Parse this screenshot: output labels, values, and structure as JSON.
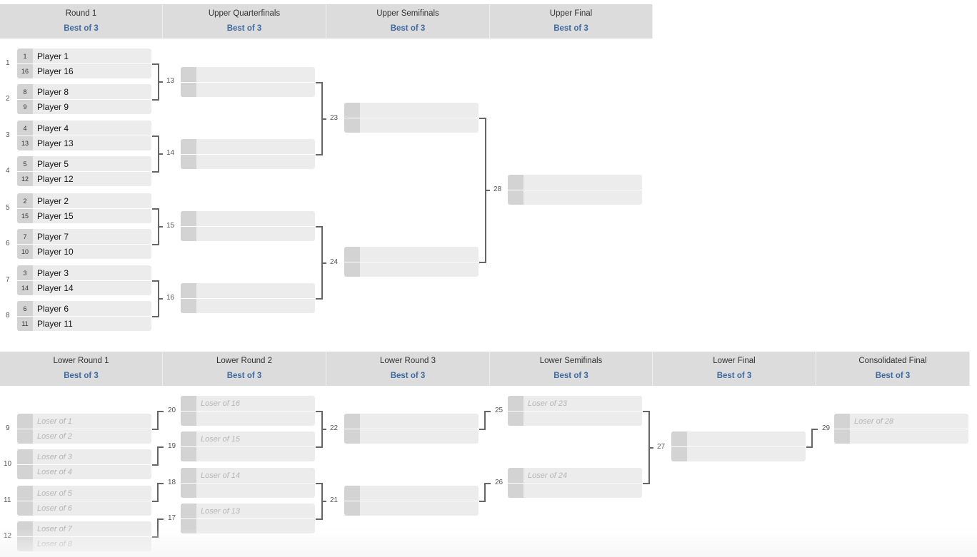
{
  "upper_headers": [
    {
      "title": "Round 1",
      "format": "Best of 3"
    },
    {
      "title": "Upper Quarterfinals",
      "format": "Best of 3"
    },
    {
      "title": "Upper Semifinals",
      "format": "Best of 3"
    },
    {
      "title": "Upper Final",
      "format": "Best of 3"
    }
  ],
  "lower_headers": [
    {
      "title": "Lower Round 1",
      "format": "Best of 3"
    },
    {
      "title": "Lower Round 2",
      "format": "Best of 3"
    },
    {
      "title": "Lower Round 3",
      "format": "Best of 3"
    },
    {
      "title": "Lower Semifinals",
      "format": "Best of 3"
    },
    {
      "title": "Lower Final",
      "format": "Best of 3"
    },
    {
      "title": "Consolidated Final",
      "format": "Best of 3"
    }
  ],
  "matches": [
    {
      "id": "1",
      "slots": [
        {
          "seed": "1",
          "name": "Player 1"
        },
        {
          "seed": "16",
          "name": "Player 16"
        }
      ]
    },
    {
      "id": "2",
      "slots": [
        {
          "seed": "8",
          "name": "Player 8"
        },
        {
          "seed": "9",
          "name": "Player 9"
        }
      ]
    },
    {
      "id": "3",
      "slots": [
        {
          "seed": "4",
          "name": "Player 4"
        },
        {
          "seed": "13",
          "name": "Player 13"
        }
      ]
    },
    {
      "id": "4",
      "slots": [
        {
          "seed": "5",
          "name": "Player 5"
        },
        {
          "seed": "12",
          "name": "Player 12"
        }
      ]
    },
    {
      "id": "5",
      "slots": [
        {
          "seed": "2",
          "name": "Player 2"
        },
        {
          "seed": "15",
          "name": "Player 15"
        }
      ]
    },
    {
      "id": "6",
      "slots": [
        {
          "seed": "7",
          "name": "Player 7"
        },
        {
          "seed": "10",
          "name": "Player 10"
        }
      ]
    },
    {
      "id": "7",
      "slots": [
        {
          "seed": "3",
          "name": "Player 3"
        },
        {
          "seed": "14",
          "name": "Player 14"
        }
      ]
    },
    {
      "id": "8",
      "slots": [
        {
          "seed": "6",
          "name": "Player 6"
        },
        {
          "seed": "11",
          "name": "Player 11"
        }
      ]
    },
    {
      "id": "13",
      "slots": [
        {},
        {}
      ]
    },
    {
      "id": "14",
      "slots": [
        {},
        {}
      ]
    },
    {
      "id": "15",
      "slots": [
        {},
        {}
      ]
    },
    {
      "id": "16",
      "slots": [
        {},
        {}
      ]
    },
    {
      "id": "23",
      "slots": [
        {},
        {}
      ]
    },
    {
      "id": "24",
      "slots": [
        {},
        {}
      ]
    },
    {
      "id": "28",
      "slots": [
        {},
        {}
      ]
    },
    {
      "id": "9",
      "slots": [
        {
          "placeholder": "Loser of 1"
        },
        {
          "placeholder": "Loser of 2"
        }
      ]
    },
    {
      "id": "10",
      "slots": [
        {
          "placeholder": "Loser of 3"
        },
        {
          "placeholder": "Loser of 4"
        }
      ]
    },
    {
      "id": "11",
      "slots": [
        {
          "placeholder": "Loser of 5"
        },
        {
          "placeholder": "Loser of 6"
        }
      ]
    },
    {
      "id": "12",
      "slots": [
        {
          "placeholder": "Loser of 7"
        },
        {
          "placeholder": "Loser of 8"
        }
      ]
    },
    {
      "id": "20",
      "slots": [
        {
          "placeholder": "Loser of 16"
        },
        {}
      ]
    },
    {
      "id": "19",
      "slots": [
        {
          "placeholder": "Loser of 15"
        },
        {}
      ]
    },
    {
      "id": "18",
      "slots": [
        {
          "placeholder": "Loser of 14"
        },
        {}
      ]
    },
    {
      "id": "17",
      "slots": [
        {
          "placeholder": "Loser of 13"
        },
        {}
      ]
    },
    {
      "id": "22",
      "slots": [
        {},
        {}
      ]
    },
    {
      "id": "21",
      "slots": [
        {},
        {}
      ]
    },
    {
      "id": "25",
      "slots": [
        {
          "placeholder": "Loser of 23"
        },
        {}
      ]
    },
    {
      "id": "26",
      "slots": [
        {
          "placeholder": "Loser of 24"
        },
        {}
      ]
    },
    {
      "id": "27",
      "slots": [
        {},
        {}
      ]
    },
    {
      "id": "29",
      "slots": [
        {
          "placeholder": "Loser of 28"
        },
        {}
      ]
    }
  ]
}
